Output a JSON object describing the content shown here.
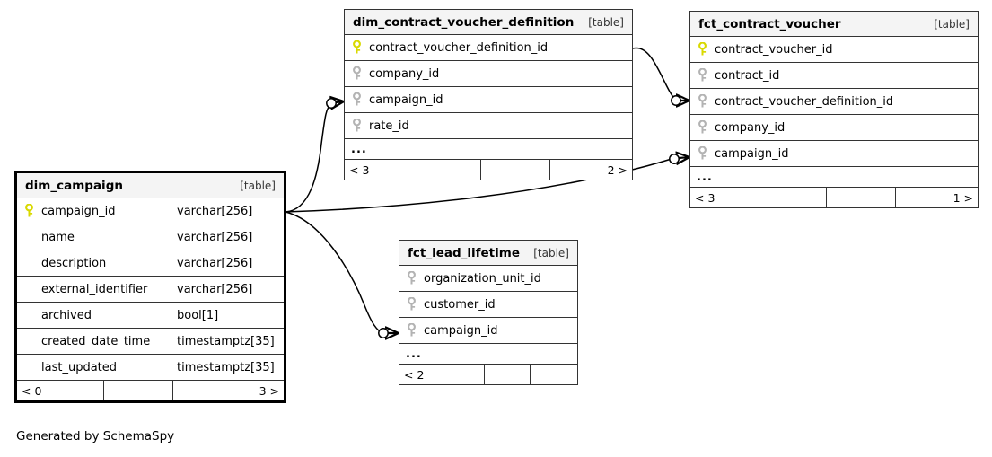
{
  "diagram": {
    "caption": "Generated by SchemaSpy",
    "table_tag": "[table]",
    "ellipsis": "...",
    "colors": {
      "primary_key": "#d9d900",
      "foreign_key": "#b3b3b3",
      "border": "#333333",
      "header_background": "#f4f4f4",
      "background": "#ffffff",
      "text": "#000000"
    }
  },
  "tables": [
    {
      "id": "dim_contract_voucher_definition",
      "name": "dim_contract_voucher_definition",
      "tag": "[table]",
      "columns": [
        {
          "name": "contract_voucher_definition_id",
          "key": "primary",
          "type": ""
        },
        {
          "name": "company_id",
          "key": "foreign",
          "type": ""
        },
        {
          "name": "campaign_id",
          "key": "foreign",
          "type": ""
        },
        {
          "name": "rate_id",
          "key": "foreign",
          "type": ""
        }
      ],
      "more_indicator": "...",
      "footer": {
        "left": "< 3",
        "middle": "",
        "right": "2 >"
      }
    },
    {
      "id": "fct_contract_voucher",
      "name": "fct_contract_voucher",
      "tag": "[table]",
      "columns": [
        {
          "name": "contract_voucher_id",
          "key": "primary",
          "type": ""
        },
        {
          "name": "contract_id",
          "key": "foreign",
          "type": ""
        },
        {
          "name": "contract_voucher_definition_id",
          "key": "foreign",
          "type": ""
        },
        {
          "name": "company_id",
          "key": "foreign",
          "type": ""
        },
        {
          "name": "campaign_id",
          "key": "foreign",
          "type": ""
        }
      ],
      "more_indicator": "...",
      "footer": {
        "left": "< 3",
        "middle": "",
        "right": "1 >"
      }
    },
    {
      "id": "dim_campaign",
      "name": "dim_campaign",
      "tag": "[table]",
      "columns": [
        {
          "name": "campaign_id",
          "key": "primary",
          "type": "varchar[256]"
        },
        {
          "name": "name",
          "key": "none",
          "type": "varchar[256]"
        },
        {
          "name": "description",
          "key": "none",
          "type": "varchar[256]"
        },
        {
          "name": "external_identifier",
          "key": "none",
          "type": "varchar[256]"
        },
        {
          "name": "archived",
          "key": "none",
          "type": "bool[1]"
        },
        {
          "name": "created_date_time",
          "key": "none",
          "type": "timestamptz[35]"
        },
        {
          "name": "last_updated",
          "key": "none",
          "type": "timestamptz[35]"
        }
      ],
      "more_indicator": "",
      "footer": {
        "left": "< 0",
        "middle": "",
        "right": "3 >"
      }
    },
    {
      "id": "fct_lead_lifetime",
      "name": "fct_lead_lifetime",
      "tag": "[table]",
      "columns": [
        {
          "name": "organization_unit_id",
          "key": "foreign",
          "type": ""
        },
        {
          "name": "customer_id",
          "key": "foreign",
          "type": ""
        },
        {
          "name": "campaign_id",
          "key": "foreign",
          "type": ""
        }
      ],
      "more_indicator": "...",
      "footer": {
        "left": "< 2",
        "middle": "",
        "right": ""
      }
    }
  ],
  "relationships": [
    {
      "from": "dim_contract_voucher_definition.contract_voucher_definition_id",
      "to": "fct_contract_voucher.contract_voucher_definition_id"
    },
    {
      "from": "dim_campaign.campaign_id",
      "to": "dim_contract_voucher_definition.campaign_id"
    },
    {
      "from": "dim_campaign.campaign_id",
      "to": "fct_contract_voucher.campaign_id"
    },
    {
      "from": "dim_campaign.campaign_id",
      "to": "fct_lead_lifetime.campaign_id"
    }
  ]
}
